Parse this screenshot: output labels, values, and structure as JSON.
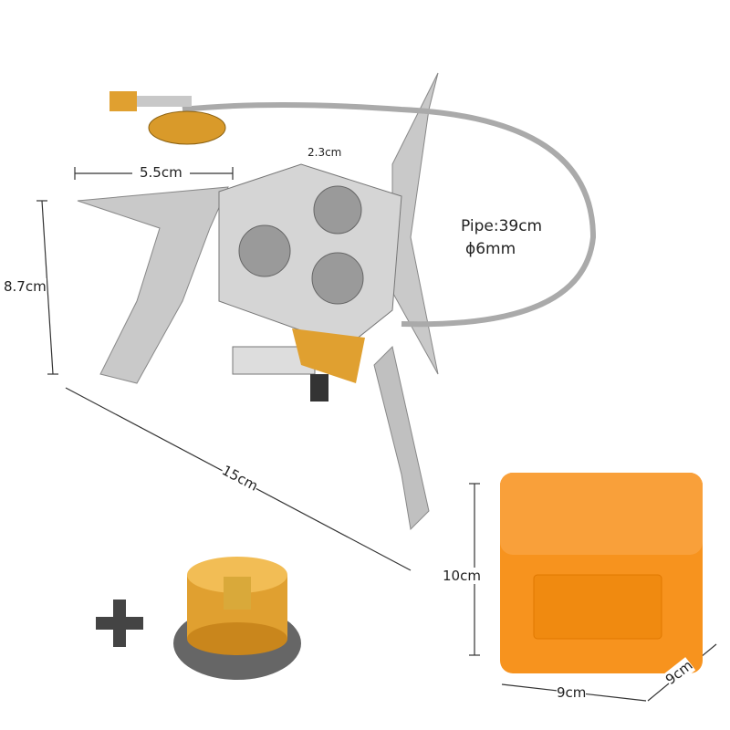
{
  "labels": {
    "top_width": "5.5cm",
    "burner_diameter": "2.3cm",
    "height": "8.7cm",
    "pipe_length": "Pipe:39cm",
    "pipe_diameter": "ϕ6mm",
    "span": "15cm",
    "case_height": "10cm",
    "case_width": "9cm",
    "case_depth": "9cm"
  },
  "colors": {
    "case_orange": "#f7931e",
    "adapter_gold": "#e0a030",
    "steel": "#b8b8b8",
    "plus": "#444444"
  },
  "icons": [
    "plus-icon"
  ]
}
